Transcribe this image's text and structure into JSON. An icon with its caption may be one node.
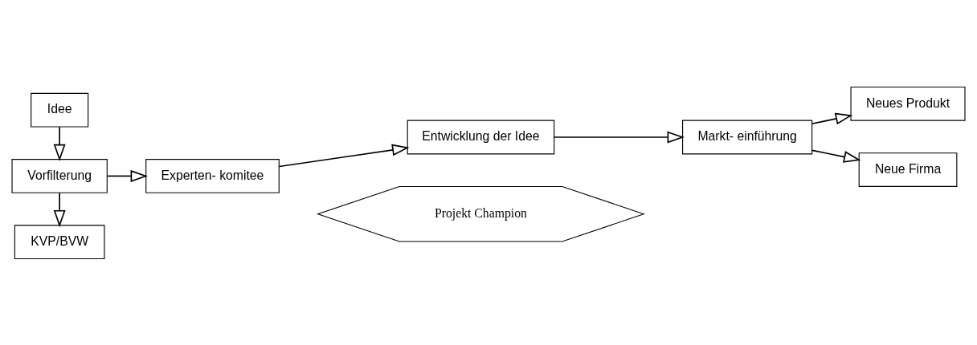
{
  "diagram": {
    "nodes": [
      {
        "text": [
          "Idee"
        ]
      },
      {
        "text": [
          "Vorfilterung"
        ]
      },
      {
        "text": [
          "KVP/BVW"
        ]
      },
      {
        "text": [
          "Experten- komitee"
        ]
      },
      {
        "text": [
          "Entwicklung der Idee"
        ]
      },
      {
        "text": [
          "Markt- einführung"
        ]
      },
      {
        "text": [
          "Neues Produkt"
        ]
      },
      {
        "text": [
          "Neue Firma"
        ]
      },
      {
        "text": [
          "Projekt Champion"
        ]
      }
    ],
    "edges": [
      {
        "from": 0,
        "to": 1,
        "arrow": "to"
      },
      {
        "from": 1,
        "to": 2,
        "arrow": "to"
      },
      {
        "from": 1,
        "to": 3,
        "arrow": "to"
      },
      {
        "from": 3,
        "to": 4,
        "arrow": "to"
      },
      {
        "from": 4,
        "to": 5,
        "arrow": "to"
      },
      {
        "from": 5,
        "to": 6,
        "arrow": "to"
      },
      {
        "from": 5,
        "to": 7,
        "arrow": "to"
      }
    ]
  }
}
